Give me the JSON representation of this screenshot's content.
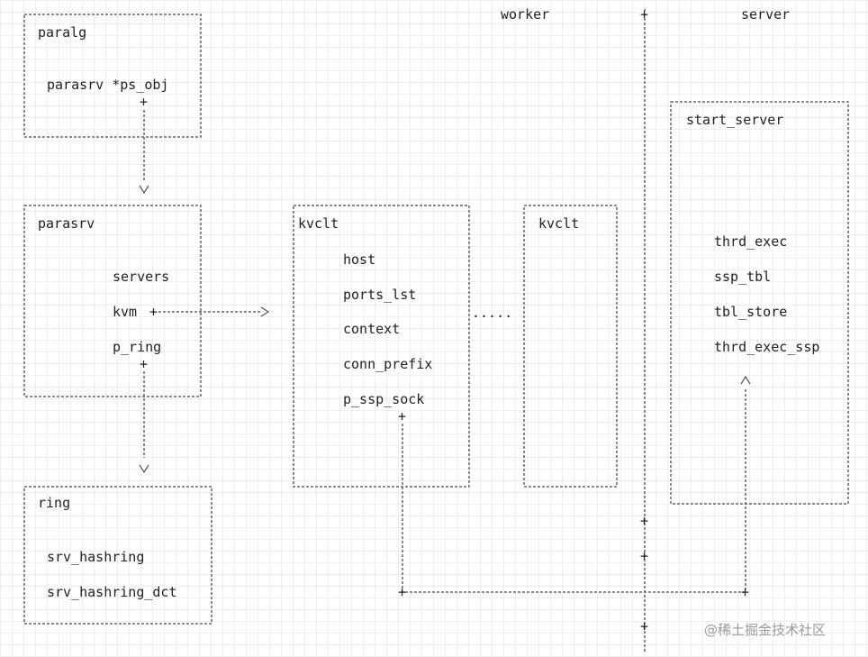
{
  "labels": {
    "worker": "worker",
    "server": "server"
  },
  "paralg": {
    "title": "paralg",
    "field": "parasrv *ps_obj"
  },
  "parasrv": {
    "title": "parasrv",
    "servers": "servers",
    "kvm": "kvm",
    "p_ring": "p_ring"
  },
  "ring": {
    "title": "ring",
    "fields": [
      "srv_hashring",
      "srv_hashring_dct"
    ]
  },
  "kvclt": {
    "title": "kvclt",
    "fields": [
      "host",
      "ports_lst",
      "context",
      "conn_prefix",
      "p_ssp_sock"
    ]
  },
  "kvclt2": {
    "title": "kvclt"
  },
  "dots": ".....",
  "start_server": {
    "title": "start_server",
    "fields": [
      "thrd_exec",
      "ssp_tbl",
      "tbl_store",
      "thrd_exec_ssp"
    ]
  },
  "glyphs": {
    "plus": "+",
    "arrow_down": "v",
    "arrow_up": "^",
    "arrow_right": ">"
  },
  "watermark": "@稀土掘金技术社区",
  "colors": {
    "line": "#555555",
    "text": "#222222",
    "grid": "#eeeeee",
    "watermark": "#9a9a9a"
  }
}
